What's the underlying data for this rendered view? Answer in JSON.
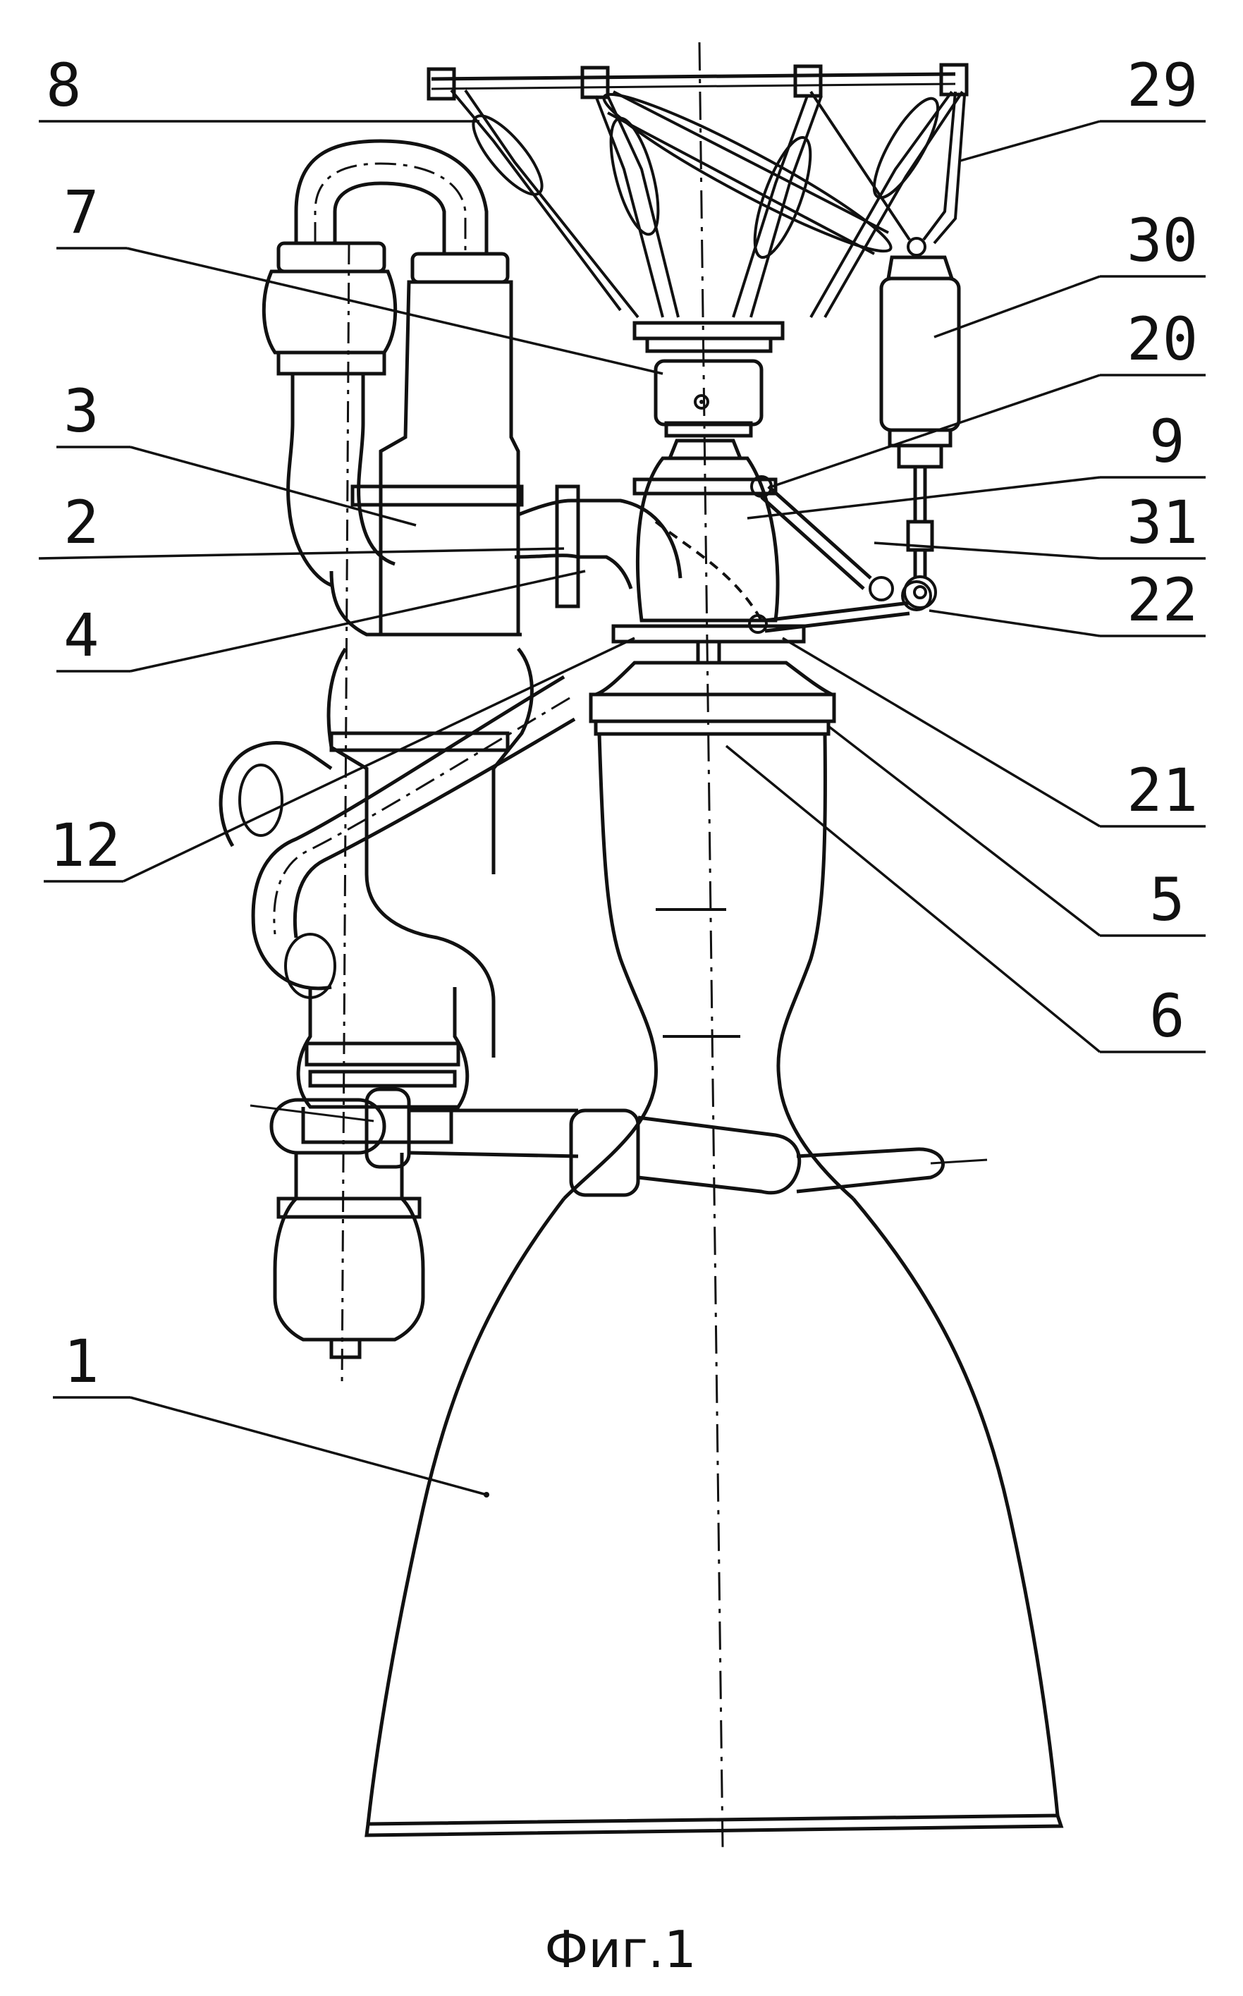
{
  "figure": {
    "caption": "Фиг.1",
    "callouts": [
      {
        "id": "c8",
        "label": "8"
      },
      {
        "id": "c7",
        "label": "7"
      },
      {
        "id": "c3",
        "label": "3"
      },
      {
        "id": "c2",
        "label": "2"
      },
      {
        "id": "c4",
        "label": "4"
      },
      {
        "id": "c12",
        "label": "12"
      },
      {
        "id": "c1",
        "label": "1"
      },
      {
        "id": "c29",
        "label": "29"
      },
      {
        "id": "c30",
        "label": "30"
      },
      {
        "id": "c20",
        "label": "20"
      },
      {
        "id": "c9",
        "label": "9"
      },
      {
        "id": "c31",
        "label": "31"
      },
      {
        "id": "c22",
        "label": "22"
      },
      {
        "id": "c21",
        "label": "21"
      },
      {
        "id": "c5",
        "label": "5"
      },
      {
        "id": "c6",
        "label": "6"
      }
    ]
  }
}
